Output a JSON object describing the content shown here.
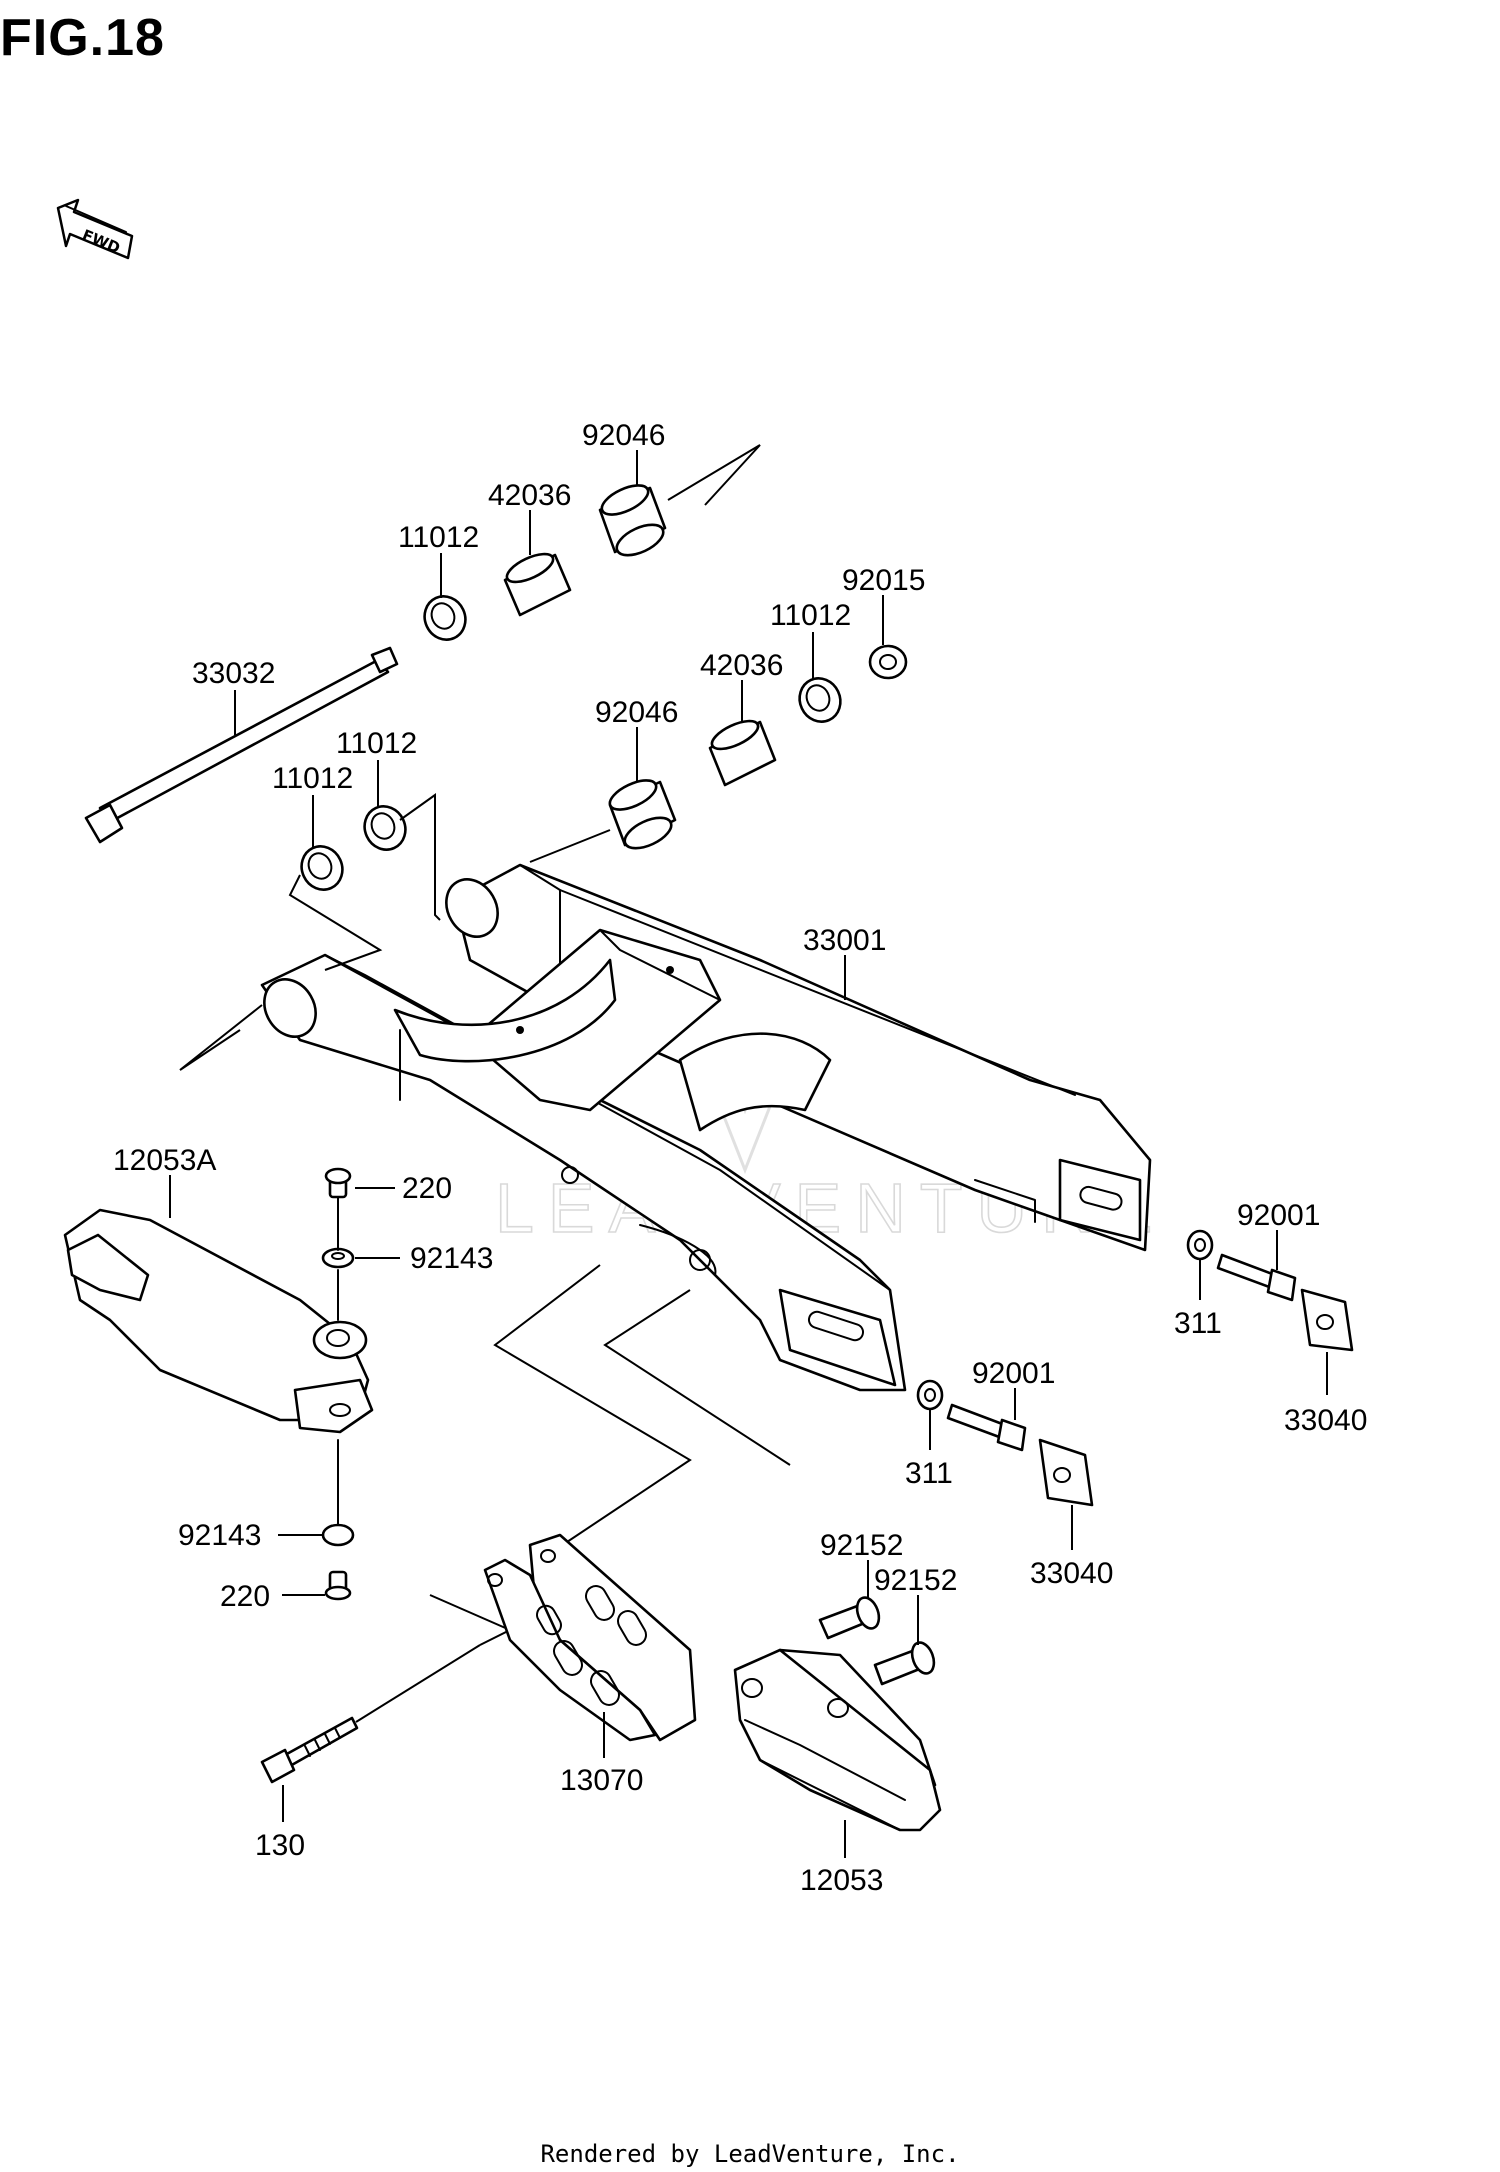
{
  "title": "FIG.18",
  "fwd_marker": "FWD",
  "watermark": "LEADVENTURE",
  "footer": "Rendered by LeadVenture, Inc.",
  "callouts": [
    {
      "id": "92046-top",
      "text": "92046"
    },
    {
      "id": "42036-top",
      "text": "42036"
    },
    {
      "id": "11012-top",
      "text": "11012"
    },
    {
      "id": "92015",
      "text": "92015"
    },
    {
      "id": "11012-mid",
      "text": "11012"
    },
    {
      "id": "42036-mid",
      "text": "42036"
    },
    {
      "id": "33032",
      "text": "33032"
    },
    {
      "id": "92046-mid",
      "text": "92046"
    },
    {
      "id": "11012-a",
      "text": "11012"
    },
    {
      "id": "11012-b",
      "text": "11012"
    },
    {
      "id": "33001",
      "text": "33001"
    },
    {
      "id": "12053A",
      "text": "12053A"
    },
    {
      "id": "220-top",
      "text": "220"
    },
    {
      "id": "92143-top",
      "text": "92143"
    },
    {
      "id": "92001-right",
      "text": "92001"
    },
    {
      "id": "311-right",
      "text": "311"
    },
    {
      "id": "33040-right",
      "text": "33040"
    },
    {
      "id": "92001-left",
      "text": "92001"
    },
    {
      "id": "311-left",
      "text": "311"
    },
    {
      "id": "33040-left",
      "text": "33040"
    },
    {
      "id": "92143-bot",
      "text": "92143"
    },
    {
      "id": "220-bot",
      "text": "220"
    },
    {
      "id": "92152-a",
      "text": "92152"
    },
    {
      "id": "92152-b",
      "text": "92152"
    },
    {
      "id": "13070",
      "text": "13070"
    },
    {
      "id": "130",
      "text": "130"
    },
    {
      "id": "12053",
      "text": "12053"
    }
  ]
}
